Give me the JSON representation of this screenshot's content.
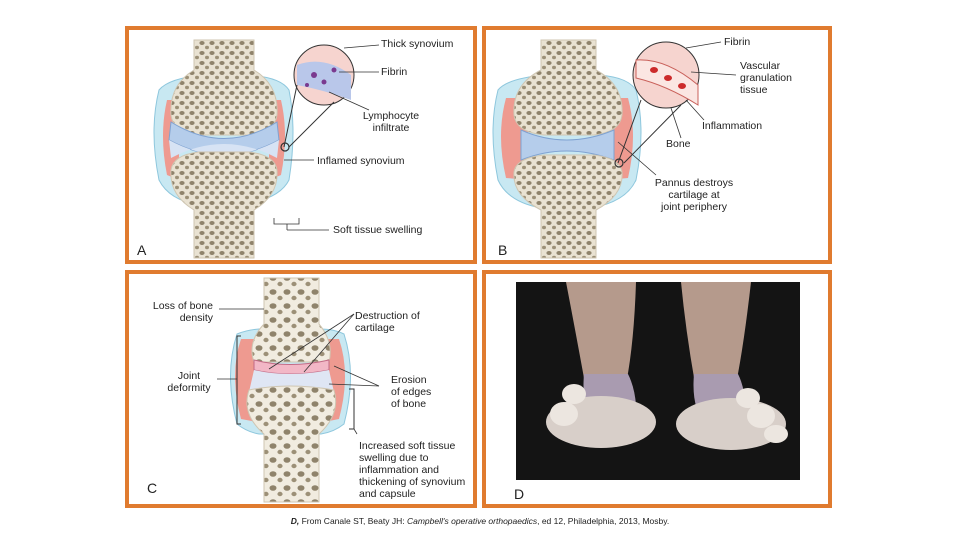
{
  "panels": {
    "a": {
      "letter": "A",
      "labels": {
        "thick_synovium": "Thick synovium",
        "fibrin": "Fibrin",
        "lymphocyte_1": "Lymphocyte",
        "lymphocyte_2": "infiltrate",
        "inflamed_synovium": "Inflamed synovium",
        "soft_tissue_swelling": "Soft tissue swelling"
      }
    },
    "b": {
      "letter": "B",
      "labels": {
        "fibrin": "Fibrin",
        "vascular_1": "Vascular",
        "vascular_2": "granulation",
        "vascular_3": "tissue",
        "inflammation": "Inflammation",
        "bone": "Bone",
        "pannus_1": "Pannus destroys",
        "pannus_2": "cartilage at",
        "pannus_3": "joint periphery"
      }
    },
    "c": {
      "letter": "C",
      "labels": {
        "loss_1": "Loss of bone",
        "loss_2": "density",
        "destruction_1": "Destruction of",
        "destruction_2": "cartilage",
        "joint_1": "Joint",
        "joint_2": "deformity",
        "erosion_1": "Erosion",
        "erosion_2": "of edges",
        "erosion_3": "of bone",
        "swelling_1": "Increased soft tissue",
        "swelling_2": "swelling due to",
        "swelling_3": "inflammation and",
        "swelling_4": "thickening of synovium",
        "swelling_5": "and capsule"
      }
    },
    "d": {
      "letter": "D"
    }
  },
  "caption": {
    "source_letter": "D,",
    "prefix": " From Canale ST, Beaty JH: ",
    "book": "Campbell's operative orthopaedics",
    "suffix": ", ed 12, Philadelphia, 2013, Mosby."
  },
  "colors": {
    "frame": "#e07b2f",
    "bone": "#b5aa94",
    "cartilage": "#a9c3e8",
    "synovium": "#e8837a",
    "capsule": "#bfe3ef"
  }
}
